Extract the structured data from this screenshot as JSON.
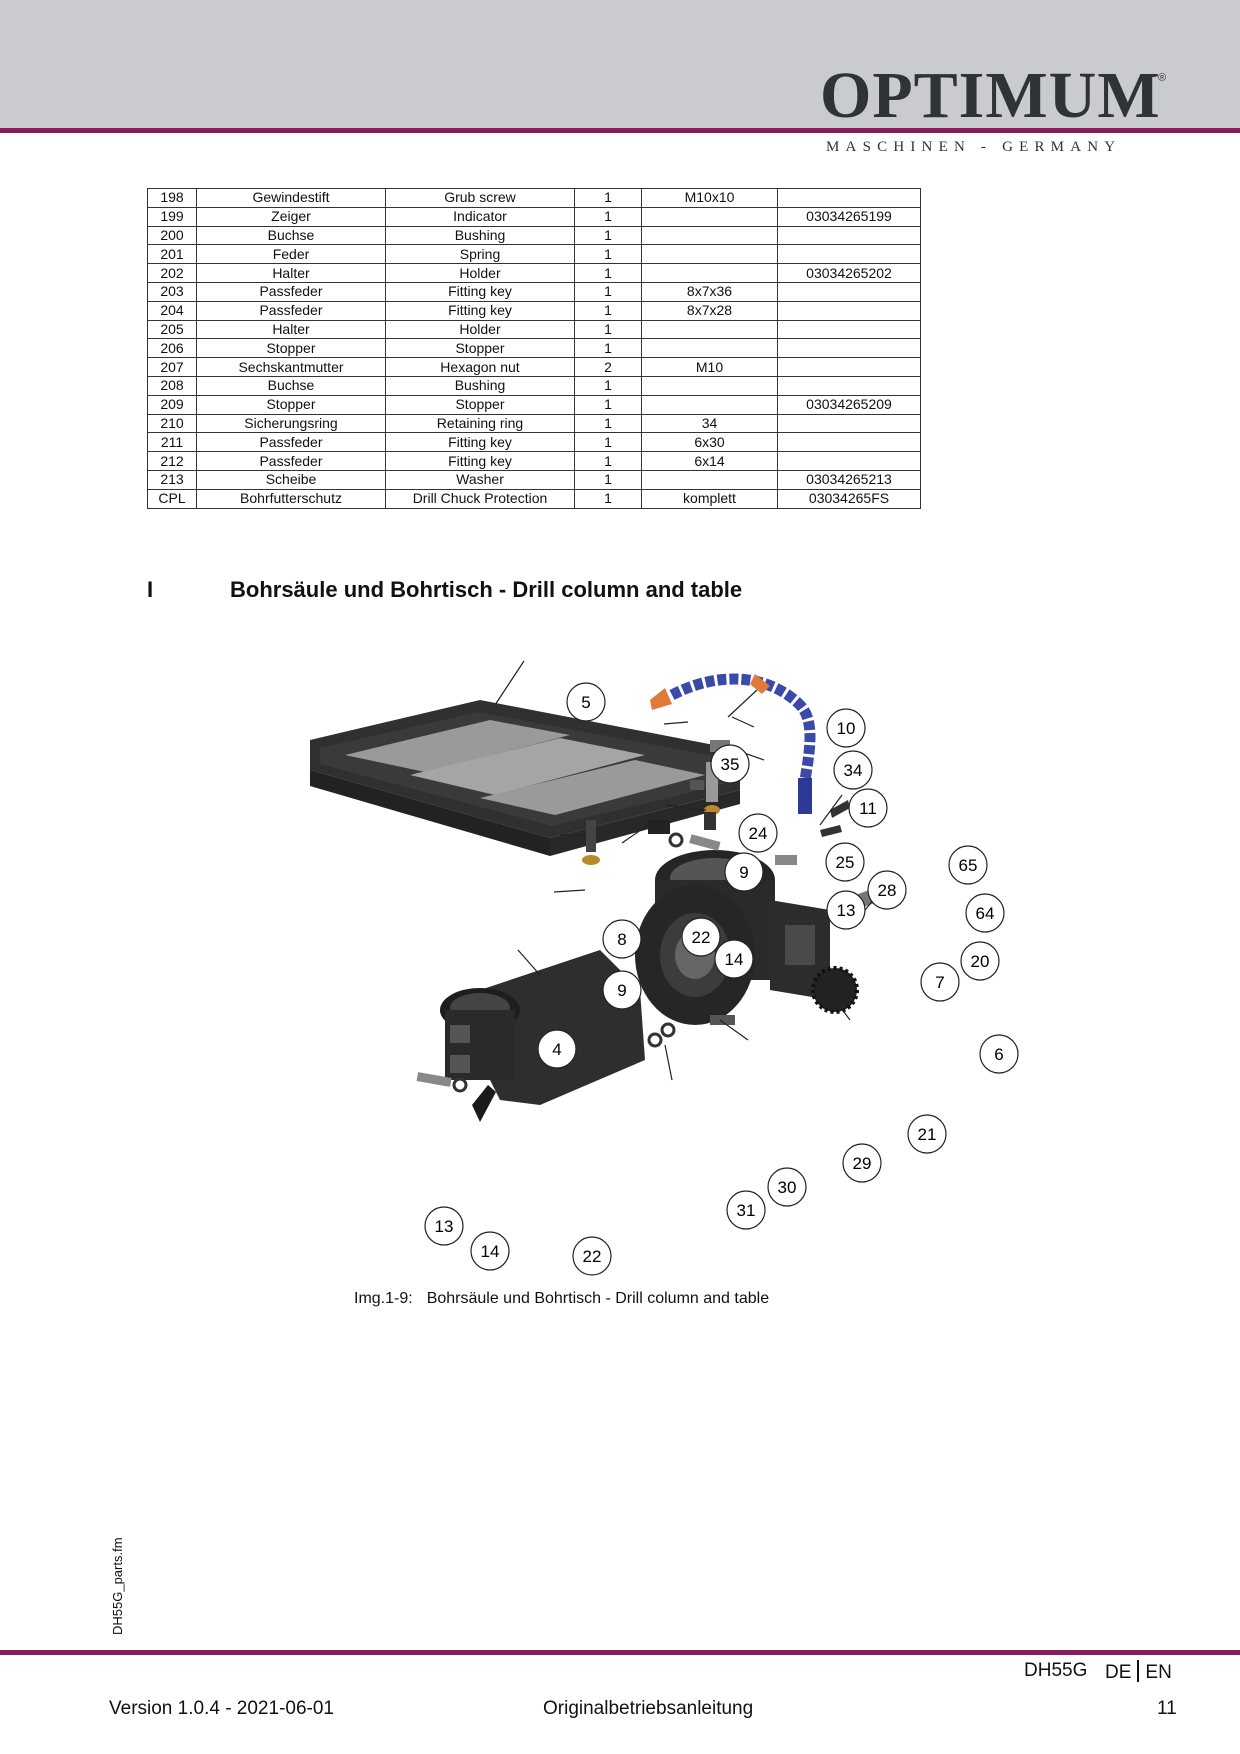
{
  "header": {
    "brand": "OPTIMUM",
    "registered": "®",
    "tagline": "MASCHINEN - GERMANY"
  },
  "parts_table": {
    "rows": [
      [
        "198",
        "Gewindestift",
        "Grub screw",
        "1",
        "M10x10",
        ""
      ],
      [
        "199",
        "Zeiger",
        "Indicator",
        "1",
        "",
        "03034265199"
      ],
      [
        "200",
        "Buchse",
        "Bushing",
        "1",
        "",
        ""
      ],
      [
        "201",
        "Feder",
        "Spring",
        "1",
        "",
        ""
      ],
      [
        "202",
        "Halter",
        "Holder",
        "1",
        "",
        "03034265202"
      ],
      [
        "203",
        "Passfeder",
        "Fitting key",
        "1",
        "8x7x36",
        ""
      ],
      [
        "204",
        "Passfeder",
        "Fitting key",
        "1",
        "8x7x28",
        ""
      ],
      [
        "205",
        "Halter",
        "Holder",
        "1",
        "",
        ""
      ],
      [
        "206",
        "Stopper",
        "Stopper",
        "1",
        "",
        ""
      ],
      [
        "207",
        "Sechskantmutter",
        "Hexagon nut",
        "2",
        "M10",
        ""
      ],
      [
        "208",
        "Buchse",
        "Bushing",
        "1",
        "",
        ""
      ],
      [
        "209",
        "Stopper",
        "Stopper",
        "1",
        "",
        "03034265209"
      ],
      [
        "210",
        "Sicherungsring",
        "Retaining ring",
        "1",
        "34",
        ""
      ],
      [
        "211",
        "Passfeder",
        "Fitting key",
        "1",
        "6x30",
        ""
      ],
      [
        "212",
        "Passfeder",
        "Fitting key",
        "1",
        "6x14",
        ""
      ],
      [
        "213",
        "Scheibe",
        "Washer",
        "1",
        "",
        "03034265213"
      ],
      [
        "CPL",
        "Bohrfutterschutz",
        "Drill Chuck Protection",
        "1",
        "komplett",
        "03034265FS"
      ]
    ]
  },
  "section": {
    "letter": "I",
    "title": "Bohrsäule und Bohrtisch - Drill column and table"
  },
  "figure": {
    "callouts": [
      "5",
      "10",
      "35",
      "34",
      "11",
      "24",
      "9",
      "25",
      "65",
      "28",
      "13",
      "64",
      "8",
      "22",
      "14",
      "9",
      "20",
      "7",
      "4",
      "6",
      "21",
      "29",
      "30",
      "31",
      "13",
      "14",
      "22"
    ],
    "caption_label": "Img.1-9:",
    "caption_text": "Bohrsäule und Bohrtisch - Drill column and table"
  },
  "sidebar": {
    "filename": "DH55G_parts.fm"
  },
  "footer": {
    "model": "DH55G",
    "lang_de": "DE",
    "lang_en": "EN",
    "version": "Version 1.0.4 - 2021-06-01",
    "doc_type": "Originalbetriebsanleitung",
    "page": "11"
  }
}
